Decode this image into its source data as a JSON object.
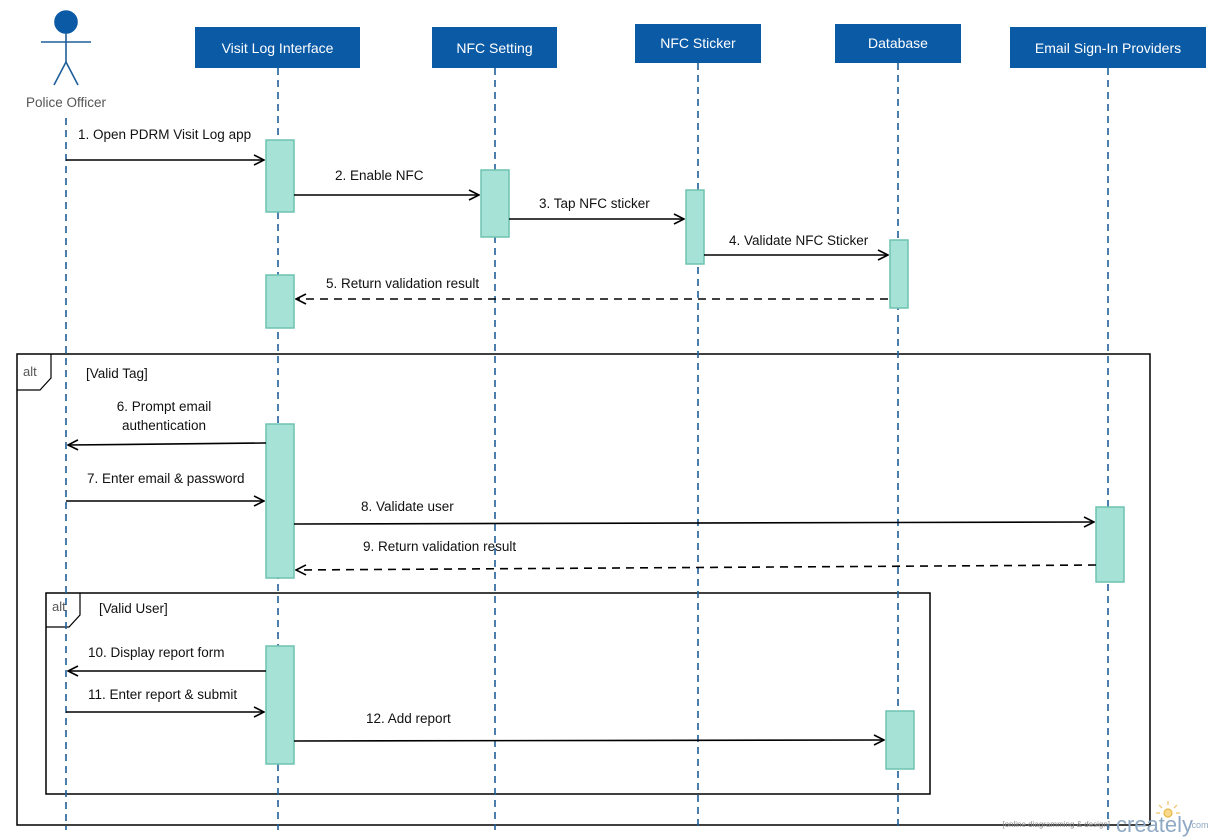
{
  "colors": {
    "participant": "#0b5aa6",
    "activation_fill": "#a6e3d6",
    "activation_stroke": "#6fc3b1",
    "lifeline": "#1f5f99",
    "actor": "#1f5f99"
  },
  "actor": {
    "name": "Police Officer",
    "icon": "stick-figure-icon"
  },
  "participants": [
    "Visit Log Interface",
    "NFC Setting",
    "NFC Sticker",
    "Database",
    "Email Sign-In Providers"
  ],
  "messages": [
    "1. Open PDRM Visit Log app",
    "2. Enable NFC",
    "3. Tap NFC sticker",
    "4. Validate NFC Sticker",
    "5. Return validation result",
    [
      "6. Prompt email",
      "authentication"
    ],
    "7. Enter email & password",
    "8. Validate user",
    "9. Return validation result",
    "10. Display report form",
    "11. Enter report  & submit",
    "12. Add report"
  ],
  "frames": [
    {
      "tag": "alt",
      "guard": "[Valid Tag]"
    },
    {
      "tag": "alt",
      "guard": "[Valid User]"
    }
  ],
  "watermark": {
    "tagline": "[online diagramming & design]",
    "brand": "creately",
    "suffix": ".com"
  }
}
